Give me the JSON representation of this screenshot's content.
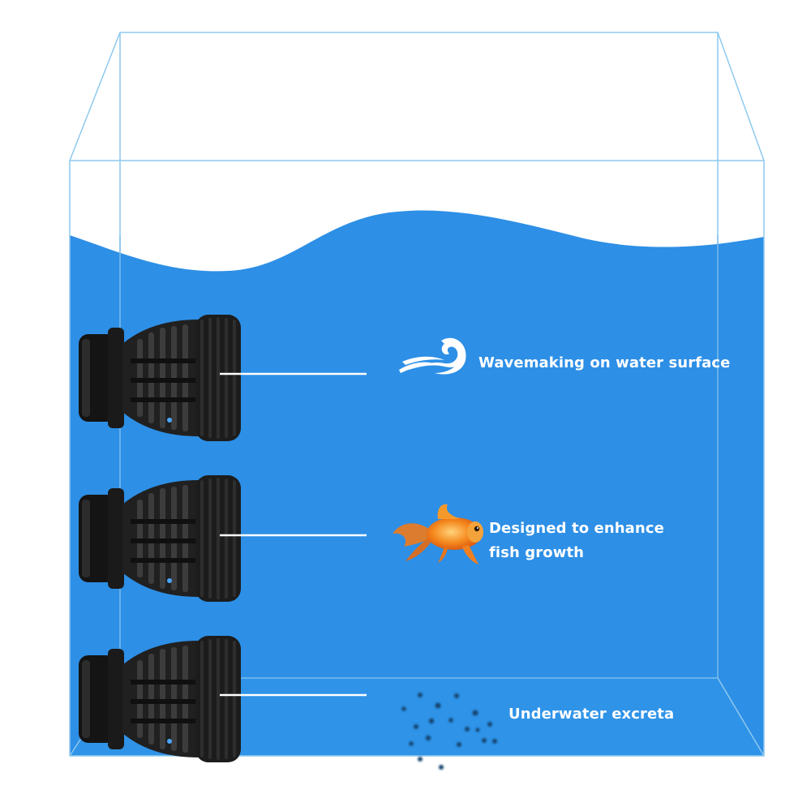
{
  "features": [
    {
      "id": "wavemaking",
      "icon": "wave-icon",
      "lines": [
        "Wavemaking on water surface"
      ]
    },
    {
      "id": "fish-growth",
      "icon": "goldfish-icon",
      "lines": [
        "Designed to enhance",
        "fish growth"
      ]
    },
    {
      "id": "excreta",
      "icon": "particles-icon",
      "lines": [
        "Underwater excreta"
      ]
    }
  ],
  "colors": {
    "water": "#2d8fe6",
    "tank_edge": "#8ec9ee",
    "pump_body": "#1e1e1e",
    "goldfish": "#f07a1a",
    "text": "#ffffff"
  }
}
